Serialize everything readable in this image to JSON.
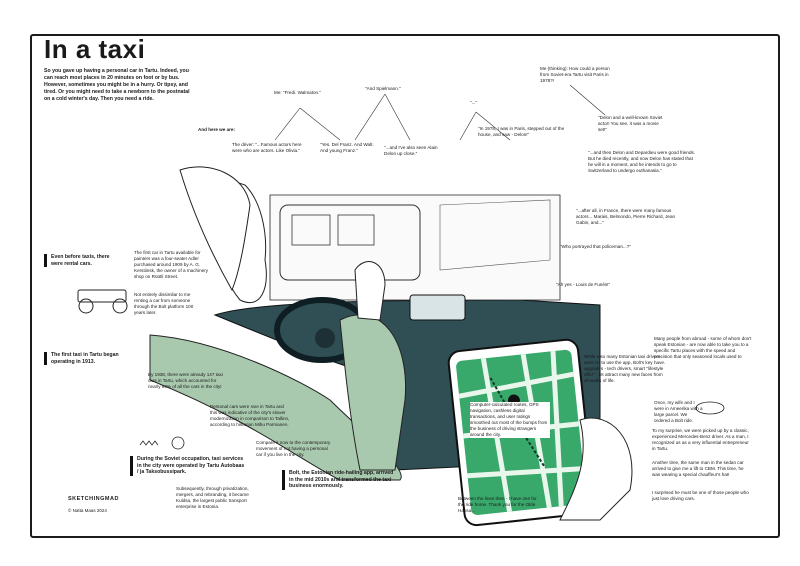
{
  "title": "In a taxi",
  "intro": "So you gave up having a personal car in Tartu. Indeed, you can reach most places in 20 minutes on foot or by bus. However, sometimes you might be in a hurry. Or tipsy, and tired. Or you might need to take a newborn to the postnatal on a cold winter's day. Then you need a ride.",
  "dialogue": {
    "here_we_are": "And here we are:",
    "d1": "Me: \"Fredi. Walmaton.\"",
    "d2": "The driver: \"...Famous actors here were who are actors. Like Olivia.\"",
    "d3": "\"Yes. Del Franz. And Walt. And young Franz.\"",
    "d4": "\"And Spielmann.\"",
    "d5": "\"...and I've also seen Alain Delon up close.\"",
    "d6": "\"...\"",
    "d7": "\"In 1978, I was in Paris, stepped out of the house, and saw - Delon!\"",
    "d8": "Me (thinking): How could a person from Soviet-era Tartu visit Paris in 1978?!",
    "d9": "\"Delon and a well-known Soviet actor! You see, it was a movie set!\"",
    "d10": "\"...and then Delon and Depardieu were good friends. But he died recently, and now Delon has stated that he will in a moment, and he intends to go to Switzerland to undergo euthanasia.\"",
    "d11": "\"...after all, in France, there were many famous actors... Marais, Belmondo, Pierre Richard, Jean Gabin, and...\"",
    "d12": "\"Who portrayed that policeman...?\"",
    "d13": "\"Ah yes - Louis de Funès!\""
  },
  "sections": {
    "before_taxis": "Even before taxis, there were rental cars.",
    "first_car": "The first car in Tartu available for painters was a four-seater Adler purchased around 1909 by A. G. Kerstiinsk, the owner of a machinery shop on Rüütli Street.",
    "rental_note": "Not entirely dissimilar to me renting a car from someone through the Bolt platform 100 years later.",
    "first_taxi": "The first taxi in Tartu began operating in 1913.",
    "by_1938": "By 1938, there were already 147 taxi cars in Tartu, which accounted for nearly 60% of all the cars in the city!",
    "personal_cars": "Personal cars were rare in Tartu and this was indicative of the city's slower modernization in comparison to Tallinn, according to historian Mihu Parmanen.",
    "compare": "Compare it now to the contemporary movement of not having a personal car if you live in the city.",
    "soviet": "During the Soviet occupation, taxi services in the city were operated by Tartu Autobaas / ja Taksobussipark.",
    "subsequently": "Subsequently, through privatization, mergers, and rebranding, it became Kuldsa, the largest public transport enterprise in Estonia.",
    "bolt": "Bolt, the Estonian ride-hailing app, arrived in the mid 2010s and transformed the taxi business enormously.",
    "many_people": "Many people from abroad - some of whom don't speak Estonian - are now able to take you to a specific Tartu places with the speed and precision that only seasoned locals used to have.",
    "while_also": "While also many Estonian taxi drivers went on to use the app, Bolt's key upgrades - tech drivers, smart \"lifestyle offer\" - let attract many new faces from all walks of life.",
    "computer": "Computer-calculated routes, GPS navigation, cashless digital transactions, and user ratings smoothed out most of the bumps from the business of driving strangers around the city.",
    "between": "Between the lines then - I have one for the ride home. Thank you for the Olde Hansa...",
    "once_my_wife": "Once, my wife and I were in Ameerika with a large parcel. We ordered a Bolt ride.",
    "to_surprise": "To my surprise, we were picked up by a classic, experienced Mercedes-Benz driver. As a man, I recognized us as a very influential entrepreneur in Tartu.",
    "another_time": "Another time, the same man in the sedan car arrived to give me a lift to CBM. This time, he was wearing a special chauffeur's hat!",
    "surprise_end": "I surprised he must be one of those people who just love driving cars."
  },
  "credits": {
    "logo": "SKETCHINGMAD",
    "copyright": "© Natta Maas 2024"
  },
  "colors": {
    "sage": "#a9c9ae",
    "teal": "#2f4f55",
    "map": "#39a86b",
    "ink": "#1b1b1b"
  }
}
